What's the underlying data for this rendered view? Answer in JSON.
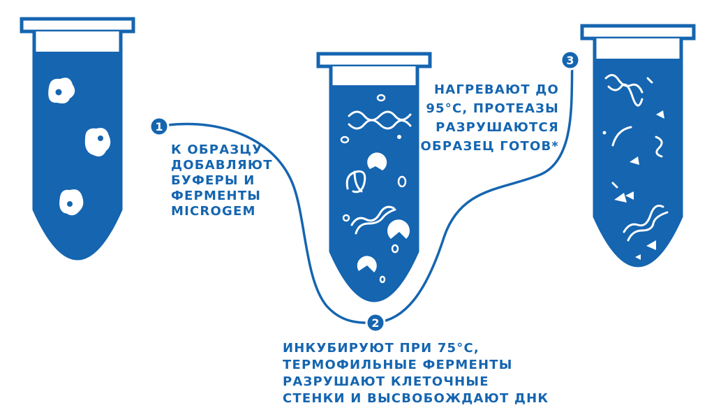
{
  "colors": {
    "primary": "#1565b0",
    "background": "#ffffff",
    "particles": "#ffffff"
  },
  "steps": [
    {
      "number": "1",
      "lines": [
        "К ОБРАЗЦУ",
        "ДОБАВЛЯЮТ",
        "БУФЕРЫ И",
        "ФЕРМЕНТЫ",
        "MICROGEM"
      ]
    },
    {
      "number": "2",
      "lines": [
        "ИНКУБИРУЮТ ПРИ 75°С,",
        "ТЕРМОФИЛЬНЫЕ ФЕРМЕНТЫ",
        "РАЗРУШАЮТ КЛЕТОЧНЫЕ",
        "СТЕНКИ И ВЫСВОБОЖДАЮТ ДНК"
      ]
    },
    {
      "number": "3",
      "lines": [
        "НАГРЕВАЮТ ДО",
        "95°С, ПРОТЕАЗЫ",
        "РАЗРУШАЮТСЯ",
        "ОБРАЗЕЦ ГОТОВ*"
      ]
    }
  ],
  "tubes": [
    {
      "state": "intact-cells",
      "icon": "cell-icon"
    },
    {
      "state": "lysed-cells",
      "icon": "dna-icon"
    },
    {
      "state": "sample-ready",
      "icon": "dna-fragment-icon"
    }
  ]
}
